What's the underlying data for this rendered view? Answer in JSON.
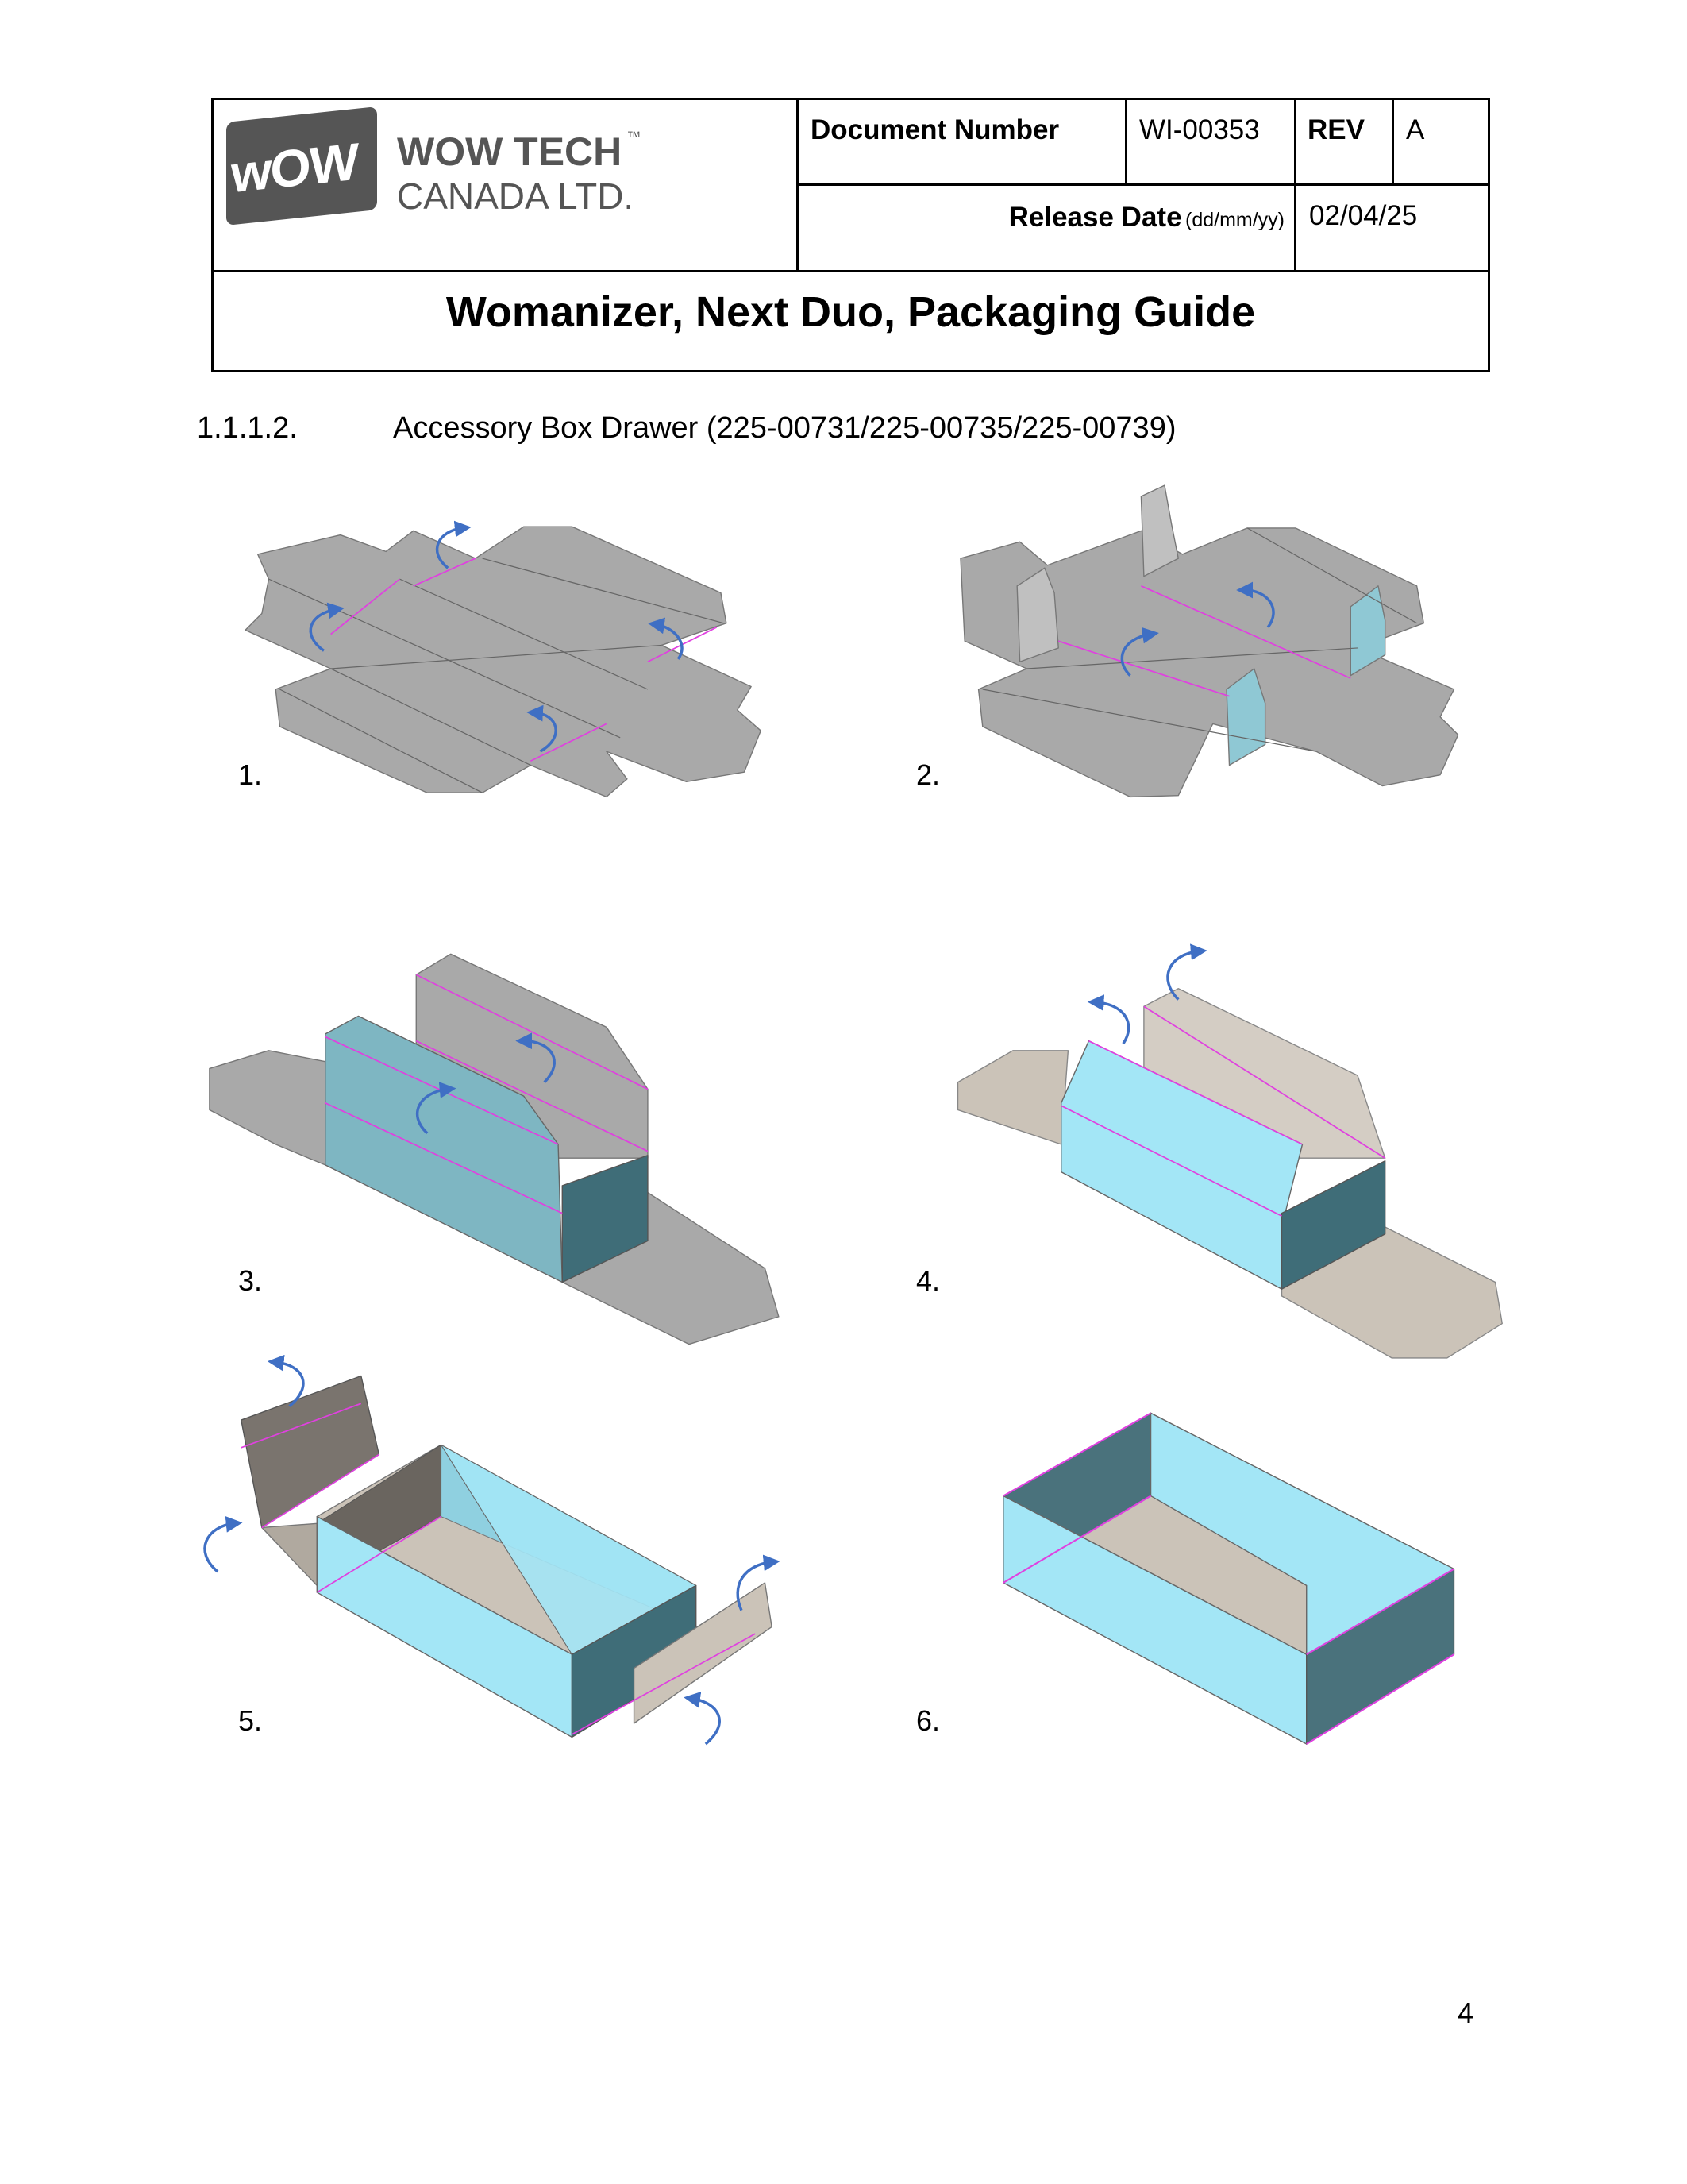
{
  "header": {
    "logo": {
      "mark": "wOW",
      "line1": "WOW TECH",
      "tm": "™",
      "line2": "CANADA LTD."
    },
    "document_number_label": "Document Number",
    "document_number": "WI-00353",
    "rev_label": "REV",
    "rev": "A",
    "release_date_label": "Release Date",
    "release_date_format": "(dd/mm/yy)",
    "release_date": "02/04/25",
    "title": "Womanizer, Next Duo, Packaging Guide"
  },
  "section": {
    "number": "1.1.1.2.",
    "title": "Accessory Box Drawer (225-00731/225-00735/225-00739)"
  },
  "steps": [
    "1.",
    "2.",
    "3.",
    "4.",
    "5.",
    "6."
  ],
  "colors": {
    "cardboard": "#a9a9a9",
    "teal": "#7eb8c4",
    "cyan": "#a3e6f6",
    "beige": "#cbc3b8",
    "fold": "#e040e0",
    "arrow": "#3f6fc4"
  },
  "page_number": "4"
}
